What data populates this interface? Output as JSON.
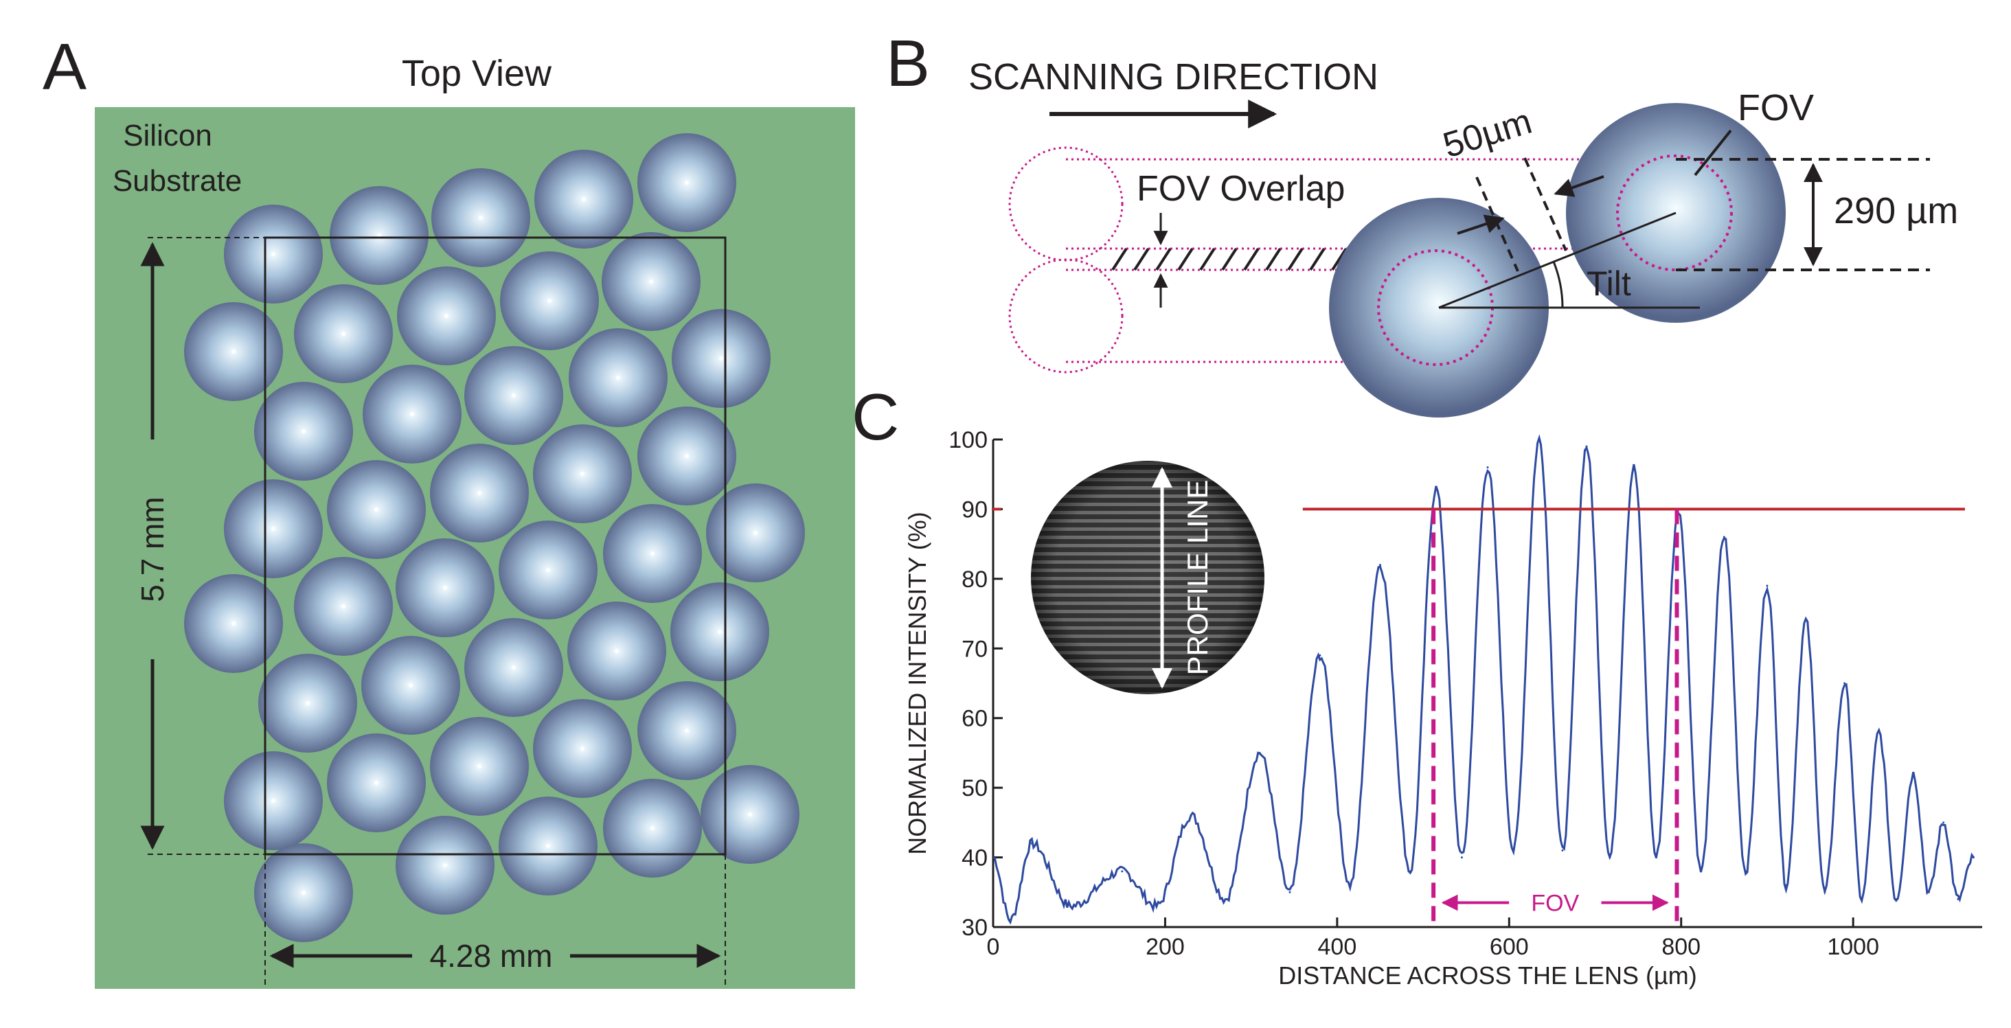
{
  "panel_a": {
    "letter": "A",
    "title": "Top View",
    "substrate_line1": "Silicon",
    "substrate_line2": "Substrate",
    "height_dim": "5.7 mm",
    "width_dim": "4.28 mm"
  },
  "panel_b": {
    "letter": "B",
    "scanning_direction": "SCANNING DIRECTION",
    "fov_overlap": "FOV Overlap",
    "spacing": "50µm",
    "fov": "FOV",
    "height": "290 µm",
    "tilt": "Tilt"
  },
  "panel_c": {
    "letter": "C",
    "profile_line": "PROFILE LINE",
    "fov_label": "FOV"
  },
  "colors": {
    "substrate": "#7fb383",
    "curve": "#2e4aa0",
    "threshold": "#c0272d",
    "fov_marker": "#c71a8a",
    "lens_edge": "#5d6c90",
    "lens_center": "#f2fbff"
  },
  "chart_data": {
    "type": "line",
    "title": "",
    "xlabel": "DISTANCE ACROSS THE LENS (µm)",
    "ylabel": "NORMALIZED INTENSITY (%)",
    "xlim": [
      0,
      1150
    ],
    "ylim": [
      30,
      100
    ],
    "x_ticks": [
      0,
      200,
      400,
      600,
      800,
      1000
    ],
    "y_ticks": [
      30,
      40,
      50,
      60,
      70,
      80,
      90,
      100
    ],
    "threshold_y": 90,
    "threshold_x_range": [
      360,
      1130
    ],
    "fov_x_range": [
      512,
      795
    ],
    "peaks": [
      {
        "x": 45,
        "y": 42
      },
      {
        "x": 150,
        "y": 38
      },
      {
        "x": 230,
        "y": 46
      },
      {
        "x": 310,
        "y": 55
      },
      {
        "x": 380,
        "y": 69
      },
      {
        "x": 450,
        "y": 82
      },
      {
        "x": 515,
        "y": 93
      },
      {
        "x": 575,
        "y": 96
      },
      {
        "x": 635,
        "y": 100
      },
      {
        "x": 690,
        "y": 99
      },
      {
        "x": 745,
        "y": 96
      },
      {
        "x": 797,
        "y": 90
      },
      {
        "x": 850,
        "y": 86
      },
      {
        "x": 900,
        "y": 79
      },
      {
        "x": 945,
        "y": 74
      },
      {
        "x": 990,
        "y": 65
      },
      {
        "x": 1030,
        "y": 58
      },
      {
        "x": 1070,
        "y": 52
      },
      {
        "x": 1105,
        "y": 45
      },
      {
        "x": 1140,
        "y": 40
      }
    ],
    "troughs": [
      {
        "x": 0,
        "y": 40
      },
      {
        "x": 20,
        "y": 31
      },
      {
        "x": 90,
        "y": 33
      },
      {
        "x": 190,
        "y": 33
      },
      {
        "x": 270,
        "y": 34
      },
      {
        "x": 345,
        "y": 35
      },
      {
        "x": 415,
        "y": 36
      },
      {
        "x": 485,
        "y": 38
      },
      {
        "x": 545,
        "y": 40
      },
      {
        "x": 605,
        "y": 41
      },
      {
        "x": 662,
        "y": 41
      },
      {
        "x": 717,
        "y": 40
      },
      {
        "x": 771,
        "y": 40
      },
      {
        "x": 823,
        "y": 38
      },
      {
        "x": 875,
        "y": 38
      },
      {
        "x": 922,
        "y": 36
      },
      {
        "x": 967,
        "y": 35
      },
      {
        "x": 1010,
        "y": 34
      },
      {
        "x": 1050,
        "y": 34
      },
      {
        "x": 1088,
        "y": 35
      },
      {
        "x": 1122,
        "y": 34
      }
    ]
  }
}
